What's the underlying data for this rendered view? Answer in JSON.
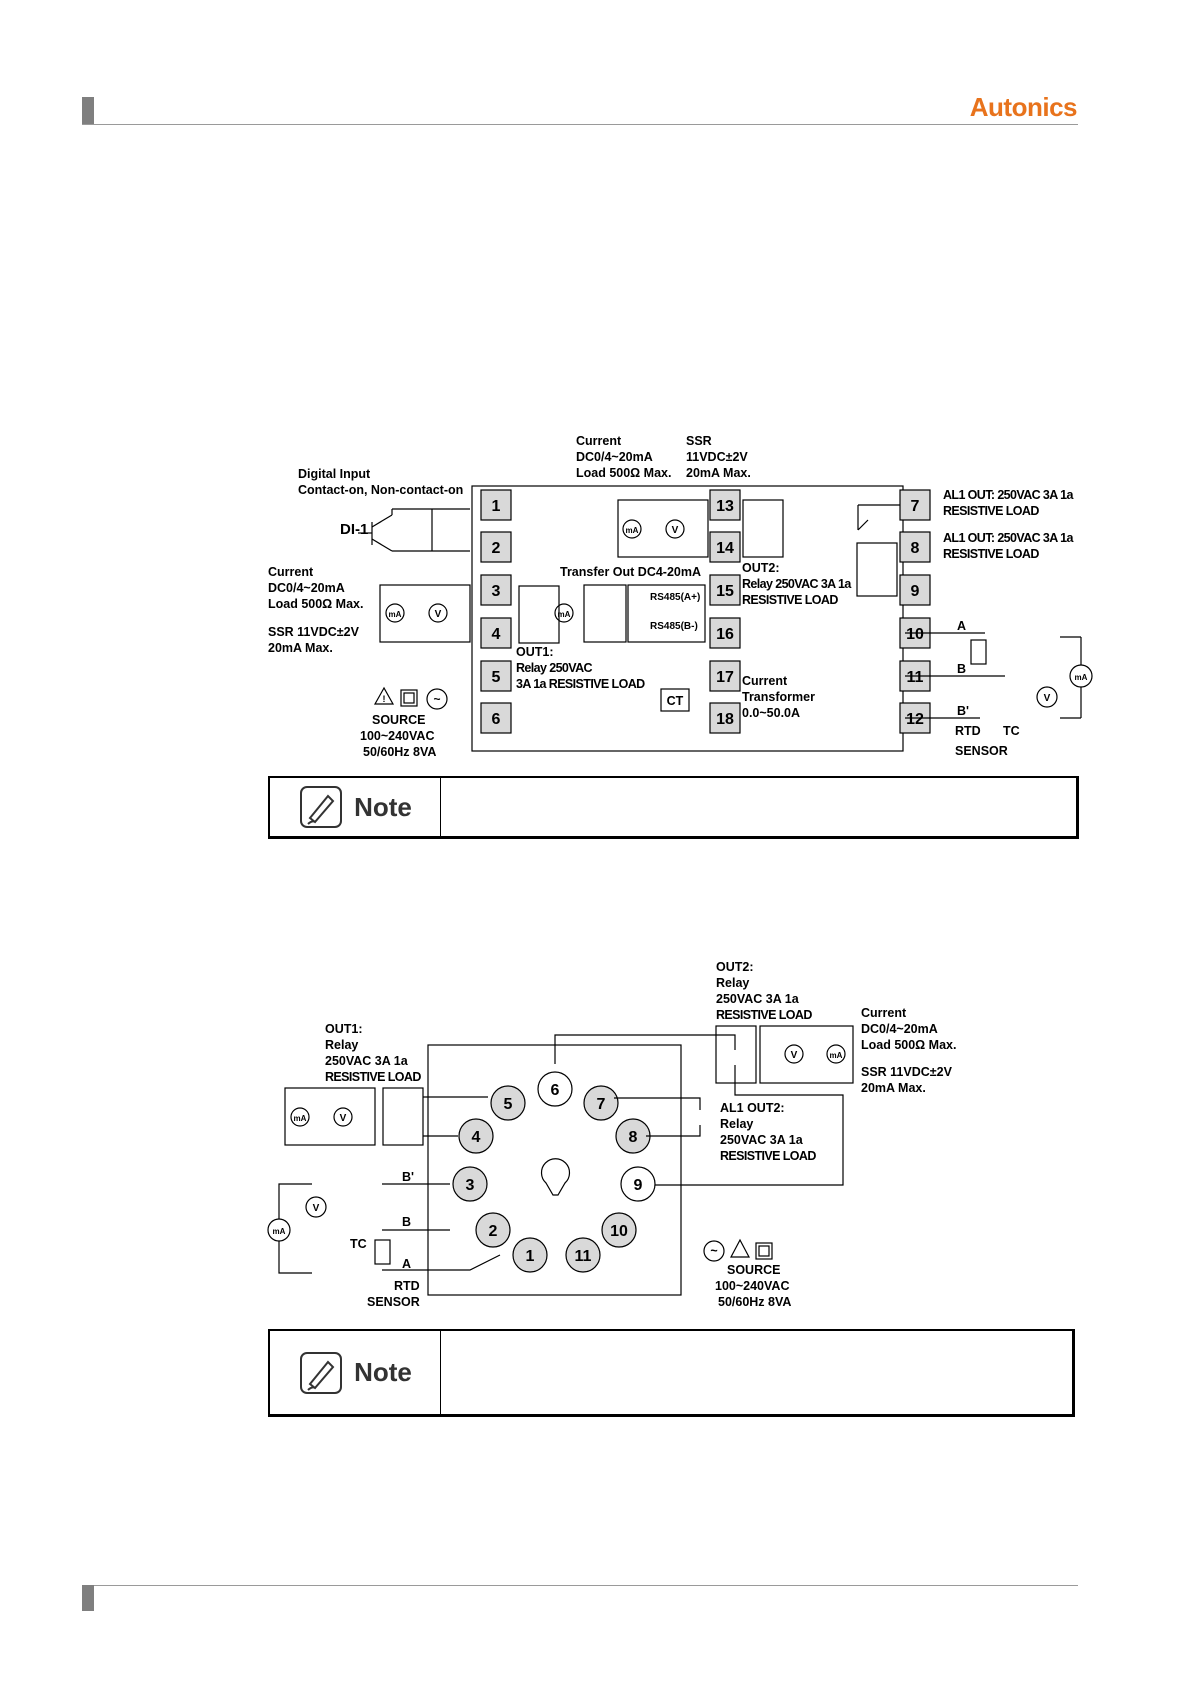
{
  "header": {
    "brand": "Autonics"
  },
  "diagram1": {
    "top_left_labels": [
      "Current",
      "DC0/4~20mA",
      "Load 500Ω Max."
    ],
    "top_right_labels": [
      "SSR",
      "11VDC±2V",
      "20mA Max."
    ],
    "digital_input": [
      "Digital Input",
      "Contact-on, Non-contact-on"
    ],
    "di": "DI-1",
    "left_current": [
      "Current",
      "DC0/4~20mA",
      "Load 500Ω Max."
    ],
    "left_ssr": [
      "SSR 11VDC±2V",
      "20mA Max."
    ],
    "transfer_out": "Transfer Out DC4-20mA",
    "rs485a": "RS485(A+)",
    "rs485b": "RS485(B-)",
    "out2": [
      "OUT2:",
      "Relay 250VAC 3A 1a",
      "RESISTIVE LOAD"
    ],
    "out1": [
      "OUT1:",
      "Relay 250VAC",
      "3A 1a RESISTIVE LOAD"
    ],
    "al1a": [
      "AL1 OUT: 250VAC 3A 1a",
      "RESISTIVE LOAD"
    ],
    "al1b": [
      "AL1 OUT: 250VAC 3A 1a",
      "RESISTIVE LOAD"
    ],
    "ct": "CT",
    "current_transformer": [
      "Current",
      "Transformer",
      "0.0~50.0A"
    ],
    "source": [
      "SOURCE",
      "100~240VAC",
      "50/60Hz 8VA"
    ],
    "sensor_labels": {
      "a": "A",
      "b": "B",
      "bp": "B'",
      "rtd": "RTD",
      "tc": "TC",
      "sensor": "SENSOR"
    },
    "meters": {
      "ma": "mA",
      "v": "V"
    },
    "terminals": [
      "1",
      "2",
      "3",
      "4",
      "5",
      "6",
      "7",
      "8",
      "9",
      "10",
      "11",
      "12",
      "13",
      "14",
      "15",
      "16",
      "17",
      "18"
    ]
  },
  "note1": {
    "label": "Note"
  },
  "diagram2": {
    "out2": [
      "OUT2:",
      "Relay",
      "250VAC  3A 1a",
      "RESISTIVE LOAD"
    ],
    "current": [
      "Current",
      "DC0/4~20mA",
      "Load 500Ω Max."
    ],
    "ssr": [
      "SSR 11VDC±2V",
      "20mA Max."
    ],
    "out1": [
      "OUT1:",
      "Relay",
      "250VAC  3A 1a",
      "RESISTIVE LOAD"
    ],
    "al1_out2": [
      "AL1 OUT2:",
      "Relay",
      "250VAC  3A 1a",
      "RESISTIVE LOAD"
    ],
    "source": [
      "SOURCE",
      "100~240VAC",
      "50/60Hz 8VA"
    ],
    "sensor_labels": {
      "a": "A",
      "b": "B",
      "bp": "B'",
      "rtd": "RTD",
      "tc": "TC",
      "sensor": "SENSOR"
    },
    "meters": {
      "ma": "mA",
      "v": "V"
    },
    "pins": [
      "1",
      "2",
      "3",
      "4",
      "5",
      "6",
      "7",
      "8",
      "9",
      "10",
      "11"
    ]
  },
  "note2": {
    "label": "Note"
  }
}
